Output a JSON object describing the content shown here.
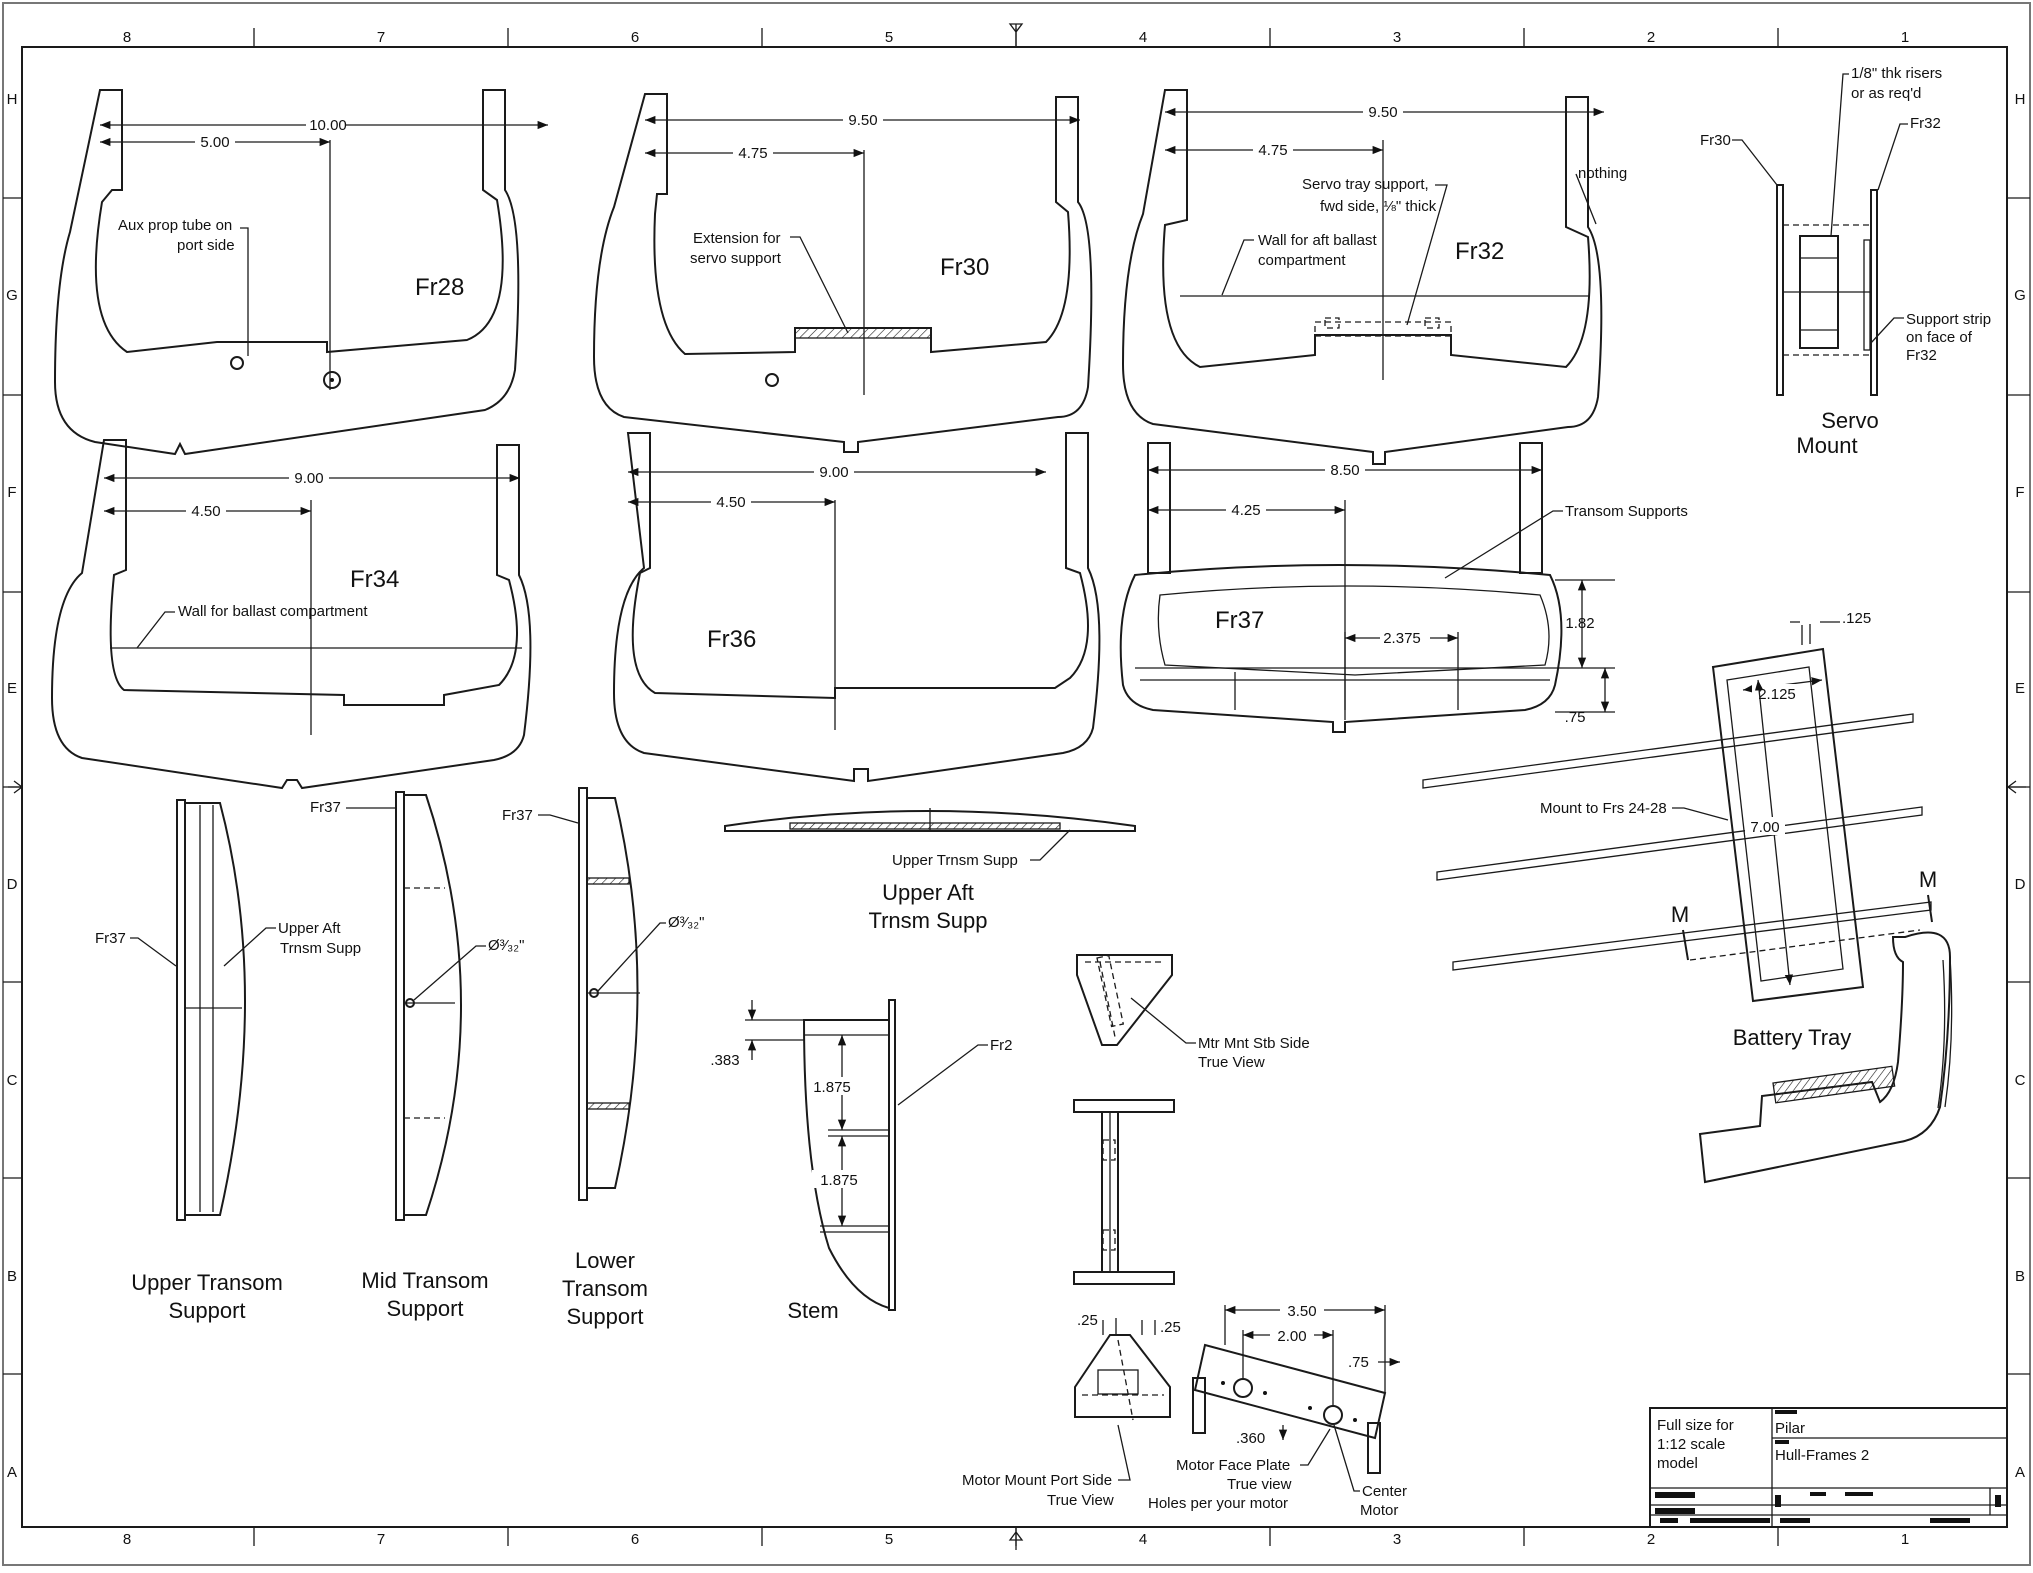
{
  "zones": {
    "columns": [
      "8",
      "7",
      "6",
      "5",
      "4",
      "3",
      "2",
      "1"
    ],
    "rows": [
      "H",
      "G",
      "F",
      "E",
      "D",
      "C",
      "B",
      "A"
    ]
  },
  "frames": {
    "fr28": {
      "label": "Fr28",
      "dim_full": "10.00",
      "dim_half": "5.00",
      "note": [
        "Aux prop tube on",
        "port side"
      ]
    },
    "fr30": {
      "label": "Fr30",
      "dim_full": "9.50",
      "dim_half": "4.75",
      "note": [
        "Extension for",
        "servo support"
      ]
    },
    "fr32": {
      "label": "Fr32",
      "dim_full": "9.50",
      "dim_half": "4.75",
      "note_tray": [
        "Servo tray support,",
        "fwd side, ⅛\" thick"
      ],
      "note_wall": [
        "Wall for aft ballast",
        "compartment"
      ],
      "note_nothing": "nothing"
    },
    "fr34": {
      "label": "Fr34",
      "dim_full": "9.00",
      "dim_half": "4.50",
      "note": "Wall for ballast compartment"
    },
    "fr36": {
      "label": "Fr36",
      "dim_full": "9.00",
      "dim_half": "4.50"
    },
    "fr37": {
      "label": "Fr37",
      "dim_full": "8.50",
      "dim_half": "4.25",
      "dim_inner": "2.375",
      "dim_h1": "1.82",
      "dim_h2": ".75",
      "note": "Transom Supports"
    }
  },
  "servo_mount": {
    "title": [
      "Servo",
      "Mount"
    ],
    "note_risers": [
      "1/8\" thk risers",
      "or as req'd"
    ],
    "fr30": "Fr30",
    "fr32": "Fr32",
    "note_strip": [
      "Support strip",
      "on face of",
      "Fr32"
    ]
  },
  "battery_tray": {
    "title": "Battery Tray",
    "dim_top": ".125",
    "dim_width": "2.125",
    "dim_len": "7.00",
    "mount_note": "Mount to Frs 24-28",
    "m_left": "M",
    "m_right": "M"
  },
  "upper_transom": {
    "title": [
      "Upper Transom",
      "Support"
    ],
    "fr": "Fr37",
    "note": [
      "Upper Aft",
      "Trnsm Supp"
    ]
  },
  "mid_transom": {
    "title": [
      "Mid Transom",
      "Support"
    ],
    "fr": "Fr37",
    "hole": "Ø³⁄₃₂\""
  },
  "lower_transom": {
    "title": [
      "Lower",
      "Transom",
      "Support"
    ],
    "fr": "Fr37",
    "hole": "Ø³⁄₃₂\""
  },
  "upper_aft": {
    "title": [
      "Upper Aft",
      "Trnsm Supp"
    ],
    "note": "Upper Trnsm Supp"
  },
  "stem": {
    "title": "Stem",
    "fr": "Fr2",
    "dim_top": ".383",
    "dim_a": "1.875",
    "dim_b": "1.875"
  },
  "motor_mount": {
    "stb_note": [
      "Mtr Mnt Stb Side",
      "True View"
    ],
    "port_note": [
      "Motor Mount Port Side",
      "True View"
    ],
    "dim_a": ".25",
    "dim_b": ".25"
  },
  "face_plate": {
    "dim_w": "3.50",
    "dim_c": "2.00",
    "dim_e": ".75",
    "dim_f": ".360",
    "note": [
      "Motor Face Plate",
      "True view",
      "Holes per your motor"
    ],
    "center": [
      "Center",
      "Motor"
    ]
  },
  "title_block": {
    "scale_note": [
      "Full size for",
      "1:12 scale",
      "model"
    ],
    "project": "Pilar",
    "sheet": "Hull-Frames 2"
  }
}
